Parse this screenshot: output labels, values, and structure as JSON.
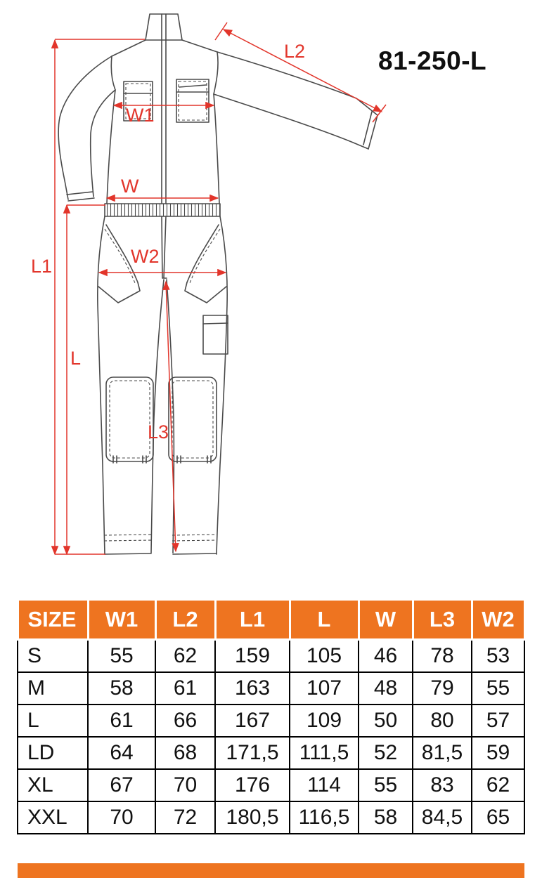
{
  "product": {
    "code": "81-250-L"
  },
  "diagram": {
    "description": "Technical front-view line drawing of work coveralls with red dimension lines",
    "labels": {
      "w1": "W1",
      "l2": "L2",
      "w": "W",
      "l1": "L1",
      "w2": "W2",
      "l": "L",
      "l3": "L3"
    }
  },
  "colors": {
    "accent_orange": "#ee7420",
    "dimension_red": "#e2352b",
    "drawing_line": "#4a4a4a",
    "header_text": "#ffffff"
  },
  "size_table": {
    "headers": [
      "SIZE",
      "W1",
      "L2",
      "L1",
      "L",
      "W",
      "L3",
      "W2"
    ],
    "rows": [
      {
        "size": "S",
        "values": [
          "55",
          "62",
          "159",
          "105",
          "46",
          "78",
          "53"
        ]
      },
      {
        "size": "M",
        "values": [
          "58",
          "61",
          "163",
          "107",
          "48",
          "79",
          "55"
        ]
      },
      {
        "size": "L",
        "values": [
          "61",
          "66",
          "167",
          "109",
          "50",
          "80",
          "57"
        ]
      },
      {
        "size": "LD",
        "values": [
          "64",
          "68",
          "171,5",
          "111,5",
          "52",
          "81,5",
          "59"
        ]
      },
      {
        "size": "XL",
        "values": [
          "67",
          "70",
          "176",
          "114",
          "55",
          "83",
          "62"
        ]
      },
      {
        "size": "XXL",
        "values": [
          "70",
          "72",
          "180,5",
          "116,5",
          "58",
          "84,5",
          "65"
        ]
      }
    ]
  }
}
